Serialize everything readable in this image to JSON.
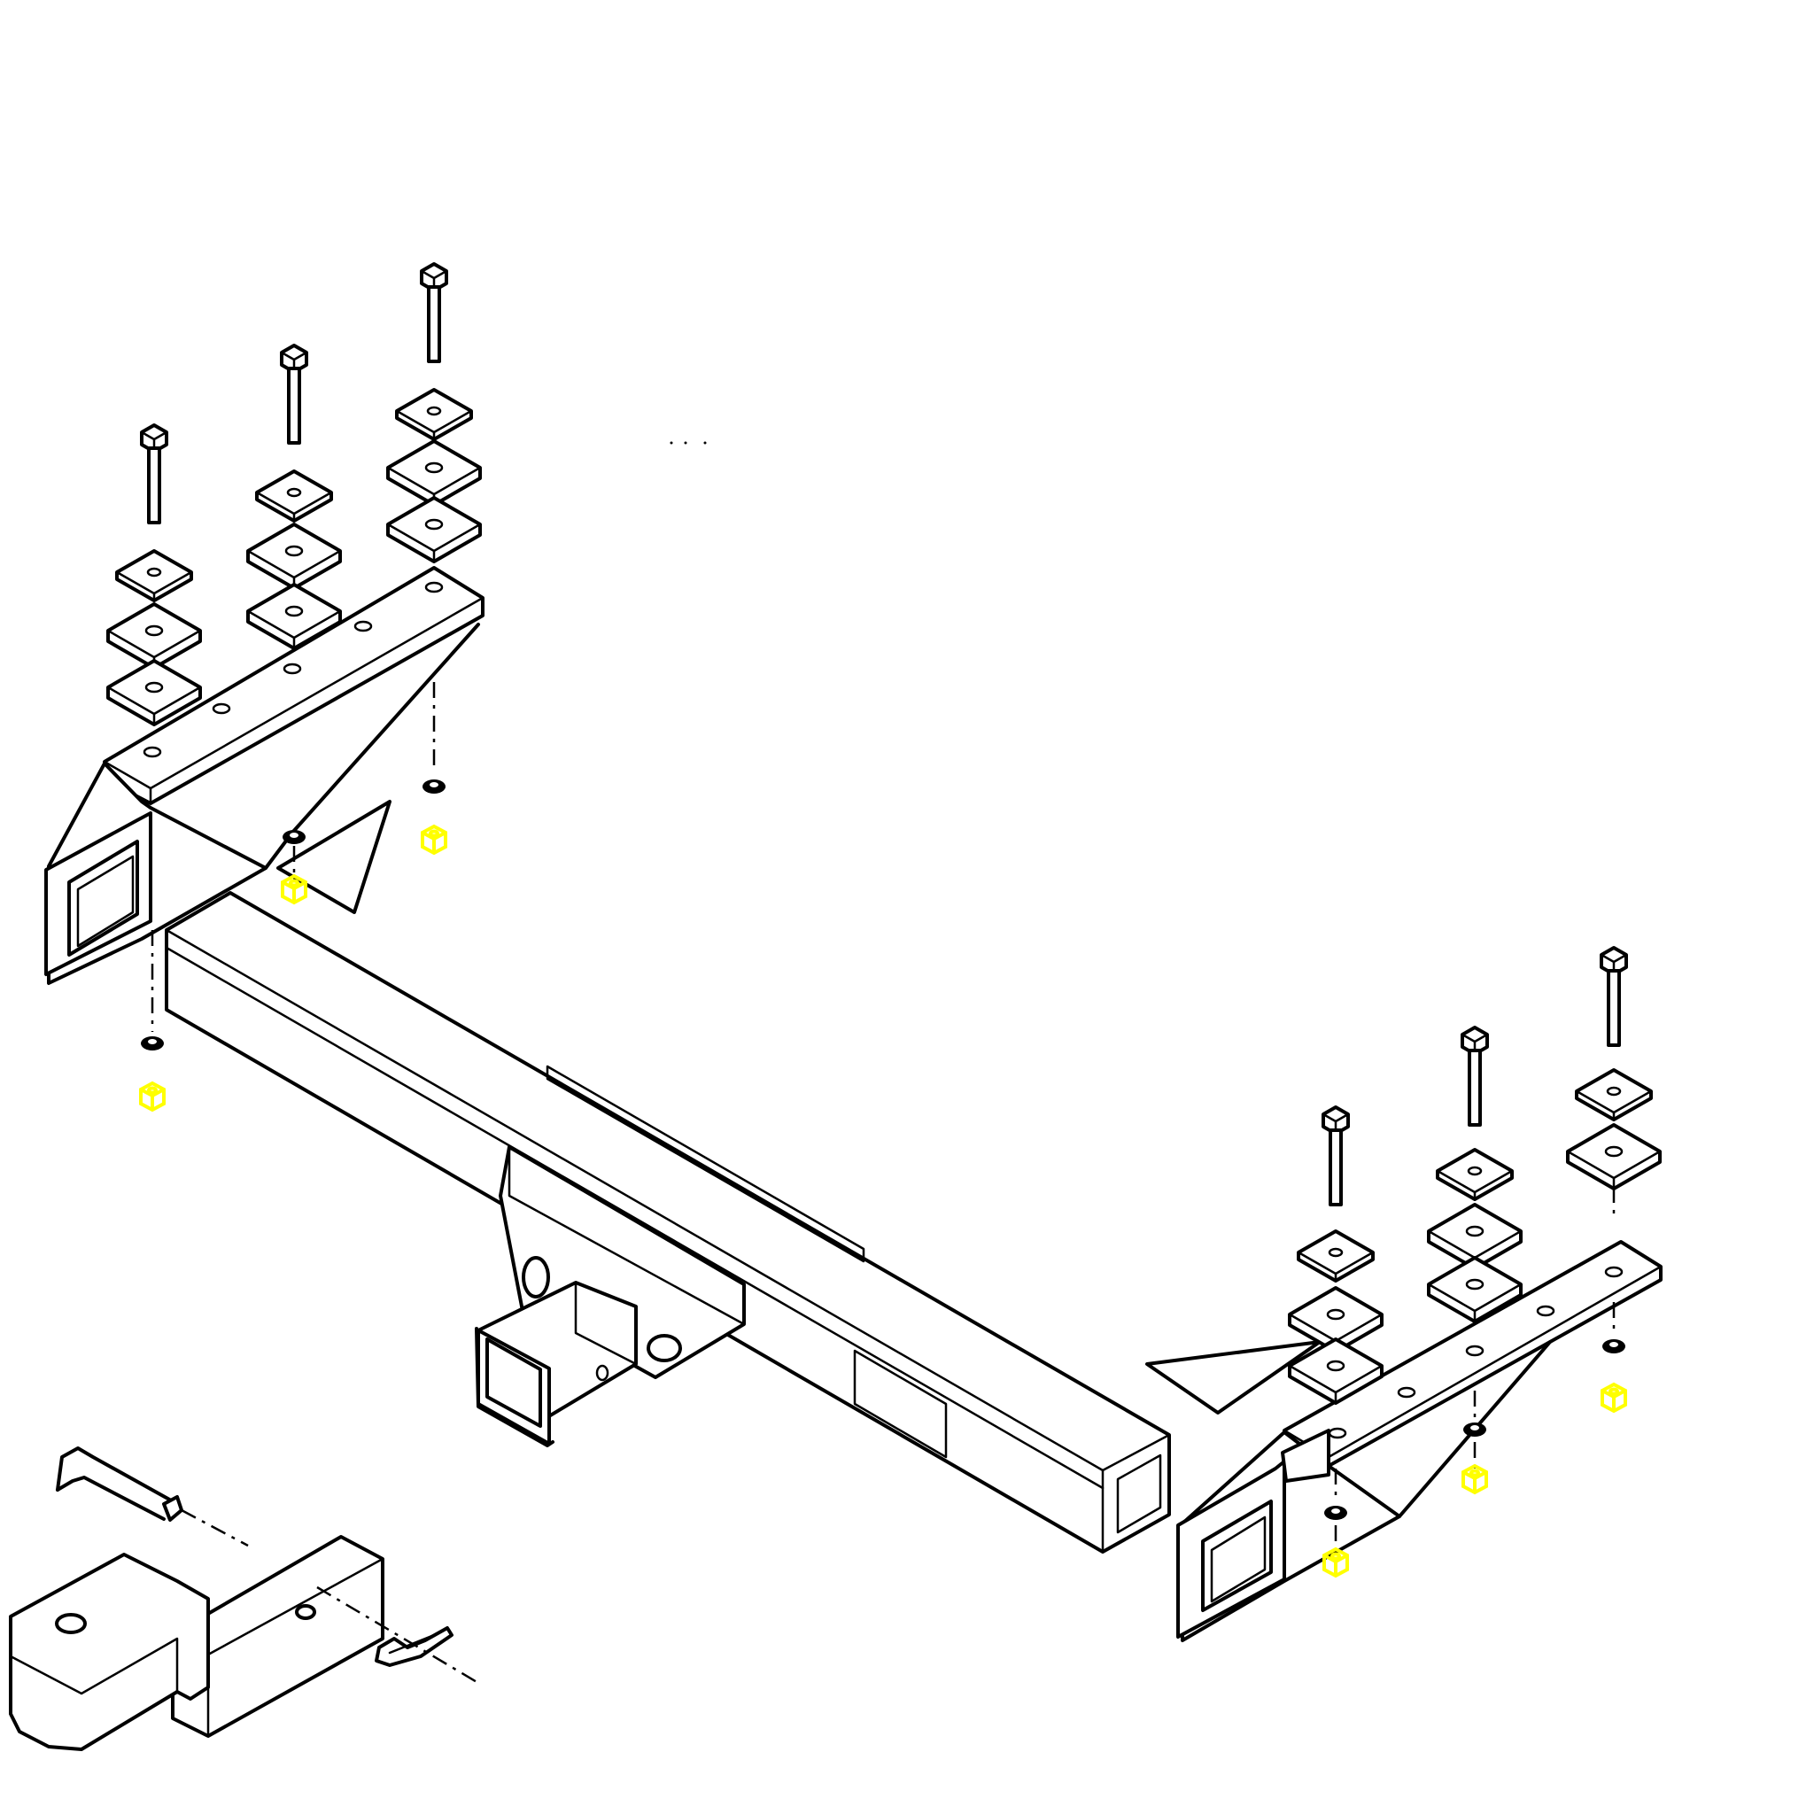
{
  "diagram": {
    "kind": "exploded-view",
    "highlight_color": "#ffff00",
    "line_color": "#000000",
    "background_color": "#ffffff",
    "components": [
      "bolt",
      "bolt",
      "bolt",
      "bolt",
      "bolt",
      "bolt",
      "square-washer",
      "spacer-plate",
      "lock-washer",
      "hex-nut",
      "side-bracket-left",
      "side-bracket-right",
      "cross-tube",
      "receiver",
      "ball-mount",
      "hitch-pin",
      "pin-clip"
    ],
    "highlighted_parts": [
      "hex-nut"
    ]
  }
}
